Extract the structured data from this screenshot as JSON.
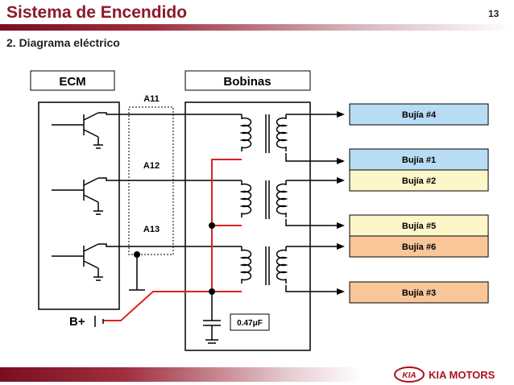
{
  "header": {
    "title": "Sistema de Encendido",
    "page_number": "13"
  },
  "section": {
    "subtitle": "2. Diagrama eléctrico"
  },
  "diagram": {
    "ecm_label": "ECM",
    "coils_label": "Bobinas",
    "pins": [
      "A11",
      "A12",
      "A13"
    ],
    "battery_label": "B+",
    "capacitor_label": "0.47μF",
    "spark_plugs": [
      {
        "label": "Bujía #4",
        "color": "#b8dcf4"
      },
      {
        "label": "Bujía #1",
        "color": "#b8dcf4"
      },
      {
        "label": "Bujía #2",
        "color": "#fdf6c8"
      },
      {
        "label": "Bujía #5",
        "color": "#fdf6c8"
      },
      {
        "label": "Bujía #6",
        "color": "#f8c699"
      },
      {
        "label": "Bujía #3",
        "color": "#f8c699"
      }
    ],
    "power_wire_color": "#e02020"
  },
  "footer": {
    "brand": "KIA MOTORS"
  }
}
